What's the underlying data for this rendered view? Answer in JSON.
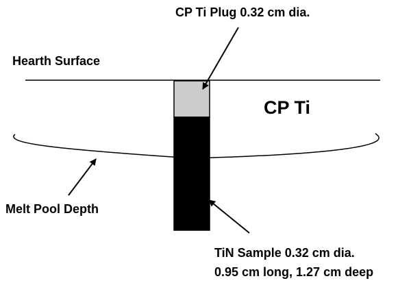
{
  "labels": {
    "plug": "CP Ti Plug 0.32 cm dia.",
    "hearth_surface": "Hearth Surface",
    "material": "CP Ti",
    "melt_pool": "Melt Pool Depth",
    "sample_line1": "TiN Sample 0.32 cm dia.",
    "sample_line2": "0.95 cm long, 1.27 cm deep"
  },
  "colors": {
    "plug_fill": "#cccccc",
    "sample_fill": "#000000",
    "line": "#000000"
  }
}
